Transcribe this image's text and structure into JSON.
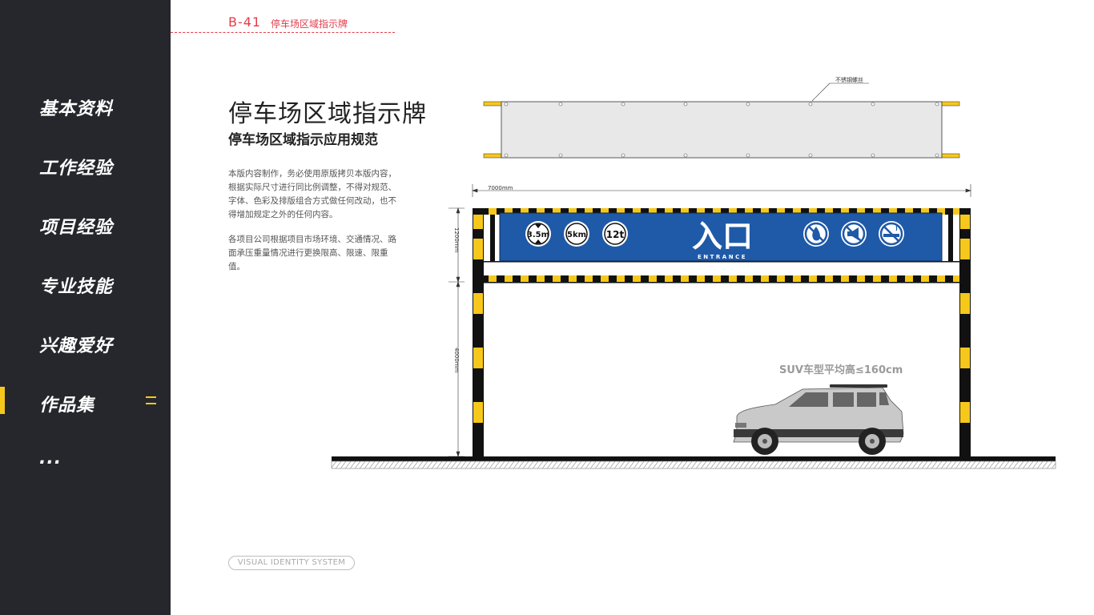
{
  "sidebar": {
    "items": [
      {
        "label": "基本资料"
      },
      {
        "label": "工作经验"
      },
      {
        "label": "项目经验"
      },
      {
        "label": "专业技能"
      },
      {
        "label": "兴趣爱好"
      },
      {
        "label": "作品集"
      },
      {
        "label": "..."
      }
    ],
    "active_index": 5,
    "accent_color": "#f6c81b",
    "menu_icon": "hamburger-icon"
  },
  "header": {
    "code": "B-41",
    "title": "停车场区域指示牌",
    "color": "#e63b4a"
  },
  "main": {
    "title": "停车场区域指示牌",
    "subtitle": "停车场区域指示应用规范",
    "paragraph1": "本版内容制作，务必使用原版拷贝本版内容，根据实际尺寸进行同比例调整，不得对规范、字体、色彩及排版组合方式做任何改动，也不得增加规定之外的任何内容。",
    "paragraph2": "各项目公司根据项目市场环境、交通情况、路面承压重量情况进行更换限高、限速、限重值。"
  },
  "drawing": {
    "screw_label": "不锈钢螺丝",
    "width_dim": "7000mm",
    "sign_height_dim": "1200mm",
    "clearance_dim": "4000mm",
    "sign": {
      "main_text": "入口",
      "sub_text": "ENTRANCE",
      "limit_height": "3.5m",
      "limit_speed": "5km",
      "limit_weight": "12t",
      "background_color": "#1f5aa8",
      "prohibition_icons": [
        "no-fire-icon",
        "no-horn-icon",
        "no-smoking-icon"
      ]
    },
    "suv_note": "SUV车型平均高≤160cm",
    "stripe_colors": [
      "#f6c81b",
      "#111111"
    ]
  },
  "footer": {
    "badge": "VISUAL IDENTITY SYSTEM"
  }
}
